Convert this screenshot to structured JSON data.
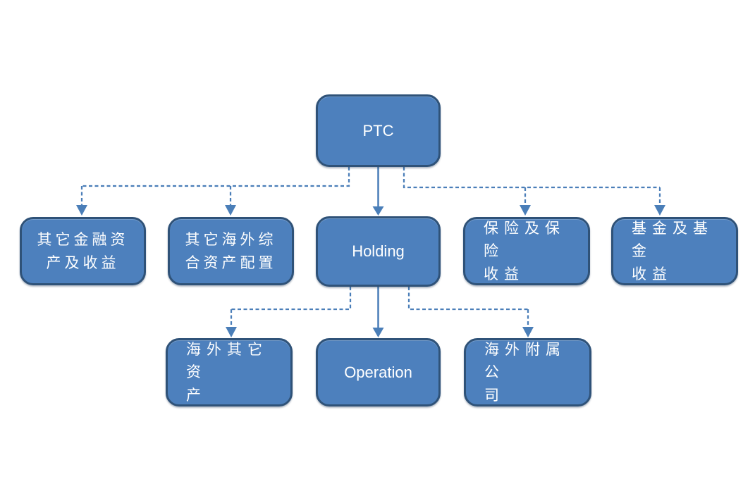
{
  "diagram": {
    "type": "org-chart",
    "background_color": "#ffffff",
    "colors": {
      "node_fill": "#4d80bd",
      "node_border": "#2f5278",
      "node_text": "#ffffff",
      "connector": "#4a7eb8"
    },
    "nodes": {
      "ptc": {
        "label": "PTC"
      },
      "other_financial": {
        "label": "其它金融资\n产及收益"
      },
      "other_overseas": {
        "label": "其它海外综\n合资产配置"
      },
      "holding": {
        "label": "Holding"
      },
      "insurance": {
        "label": "保险及保险\n收益"
      },
      "fund": {
        "label": "基金及基金\n收益"
      },
      "overseas_assets": {
        "label": "海外其它资\n产"
      },
      "operation": {
        "label": "Operation"
      },
      "overseas_subsidiaries": {
        "label": "海外附属公\n司"
      }
    },
    "edges": [
      {
        "from": "ptc",
        "to": "other_financial",
        "style": "dashed",
        "arrow": "down"
      },
      {
        "from": "ptc",
        "to": "other_overseas",
        "style": "dashed",
        "arrow": "down"
      },
      {
        "from": "ptc",
        "to": "holding",
        "style": "solid",
        "arrow": "down"
      },
      {
        "from": "ptc",
        "to": "insurance",
        "style": "dashed",
        "arrow": "down"
      },
      {
        "from": "ptc",
        "to": "fund",
        "style": "dashed",
        "arrow": "down"
      },
      {
        "from": "holding",
        "to": "overseas_assets",
        "style": "dashed",
        "arrow": "down"
      },
      {
        "from": "holding",
        "to": "operation",
        "style": "solid",
        "arrow": "down"
      },
      {
        "from": "holding",
        "to": "overseas_subsidiaries",
        "style": "dashed",
        "arrow": "down"
      }
    ]
  }
}
